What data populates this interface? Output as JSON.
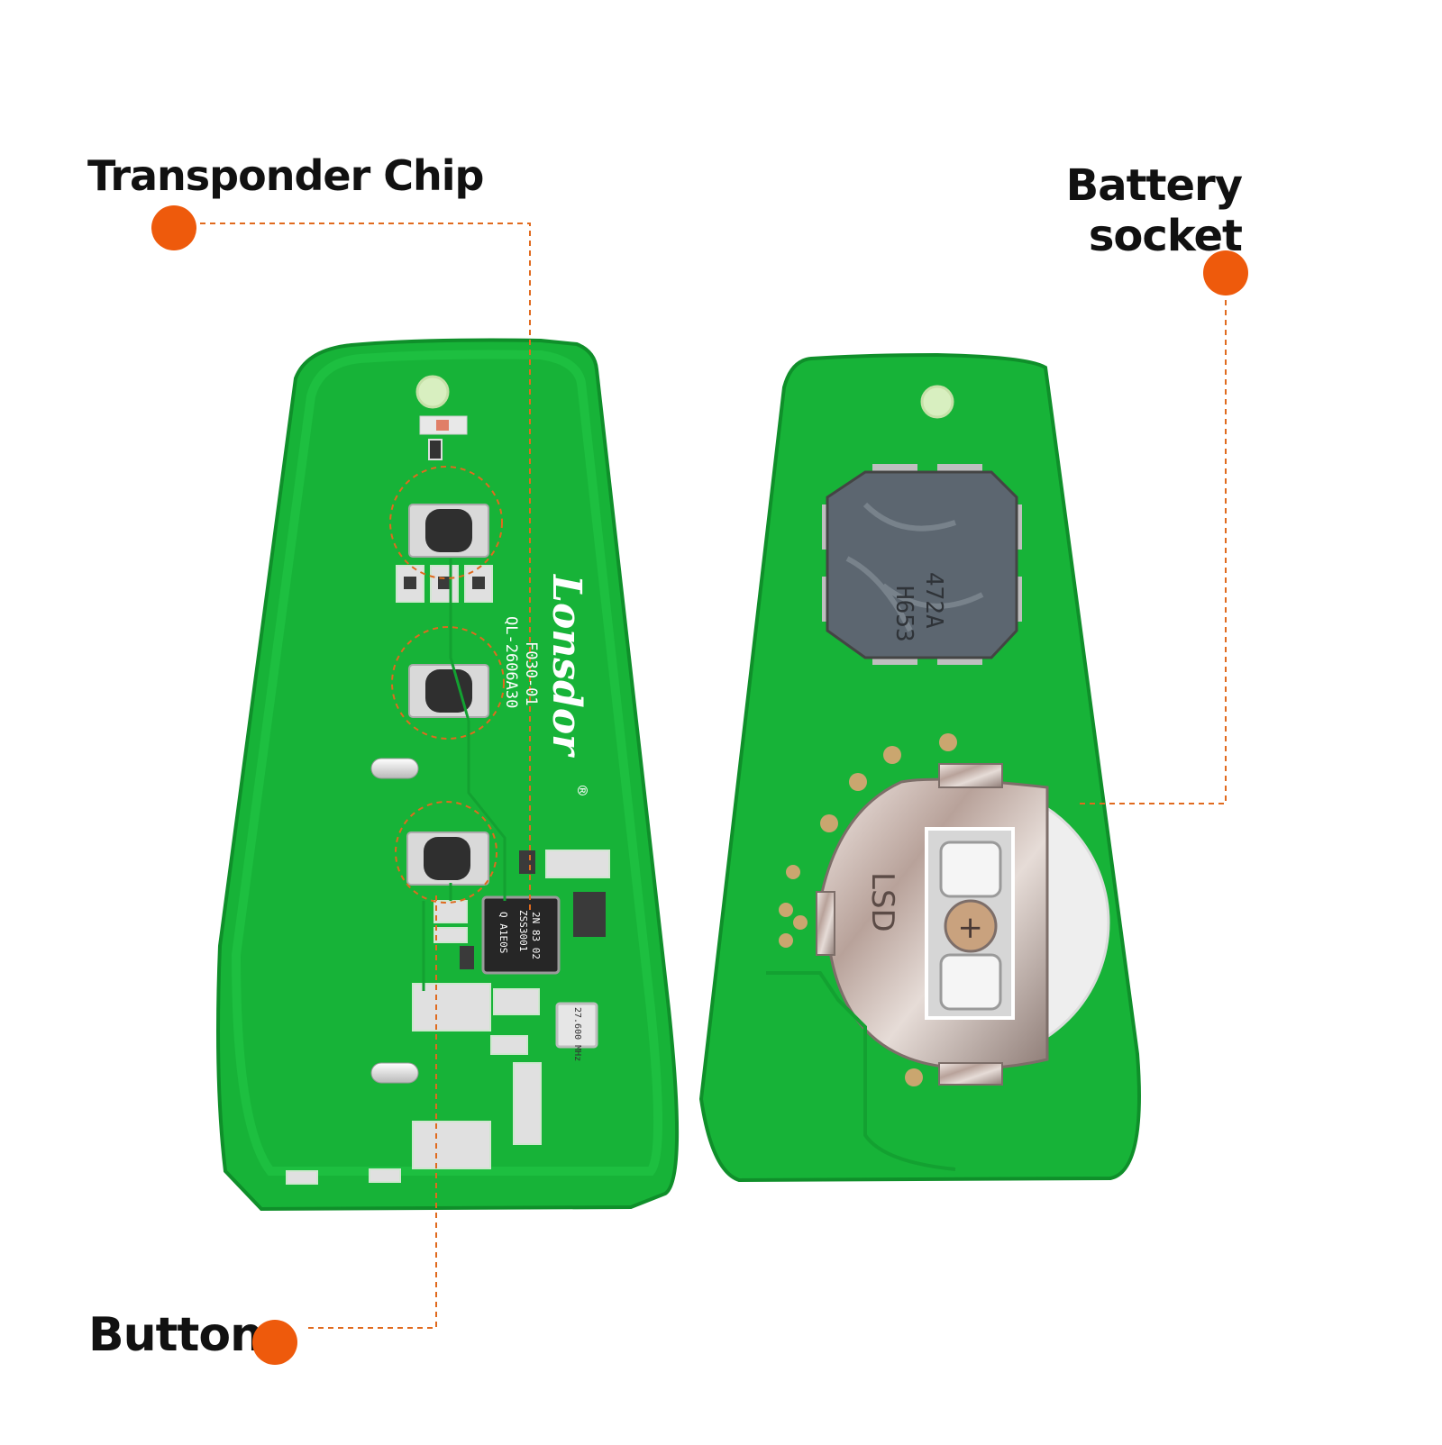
{
  "callouts": {
    "transponder": "Transponder Chip",
    "battery_line1": "Battery",
    "battery_line2": "socket",
    "button": "Button"
  },
  "board_text": {
    "brand": "Lonsdor",
    "registered": "®",
    "part_a": "F030-01",
    "part_b": "QL-2606A30",
    "chip_a": "ZSS3001",
    "chip_b": "Q A1E0S",
    "chip_c": "2N 83 02",
    "crystal": "27.600 MHz",
    "inductor_a": "H653",
    "inductor_b": "472A",
    "battery_mark": "LSD",
    "battery_plus": "+"
  },
  "colors": {
    "accent": "#ee5a0c",
    "pcb": "#17b338",
    "pcb_edge": "#0f9a2e"
  }
}
